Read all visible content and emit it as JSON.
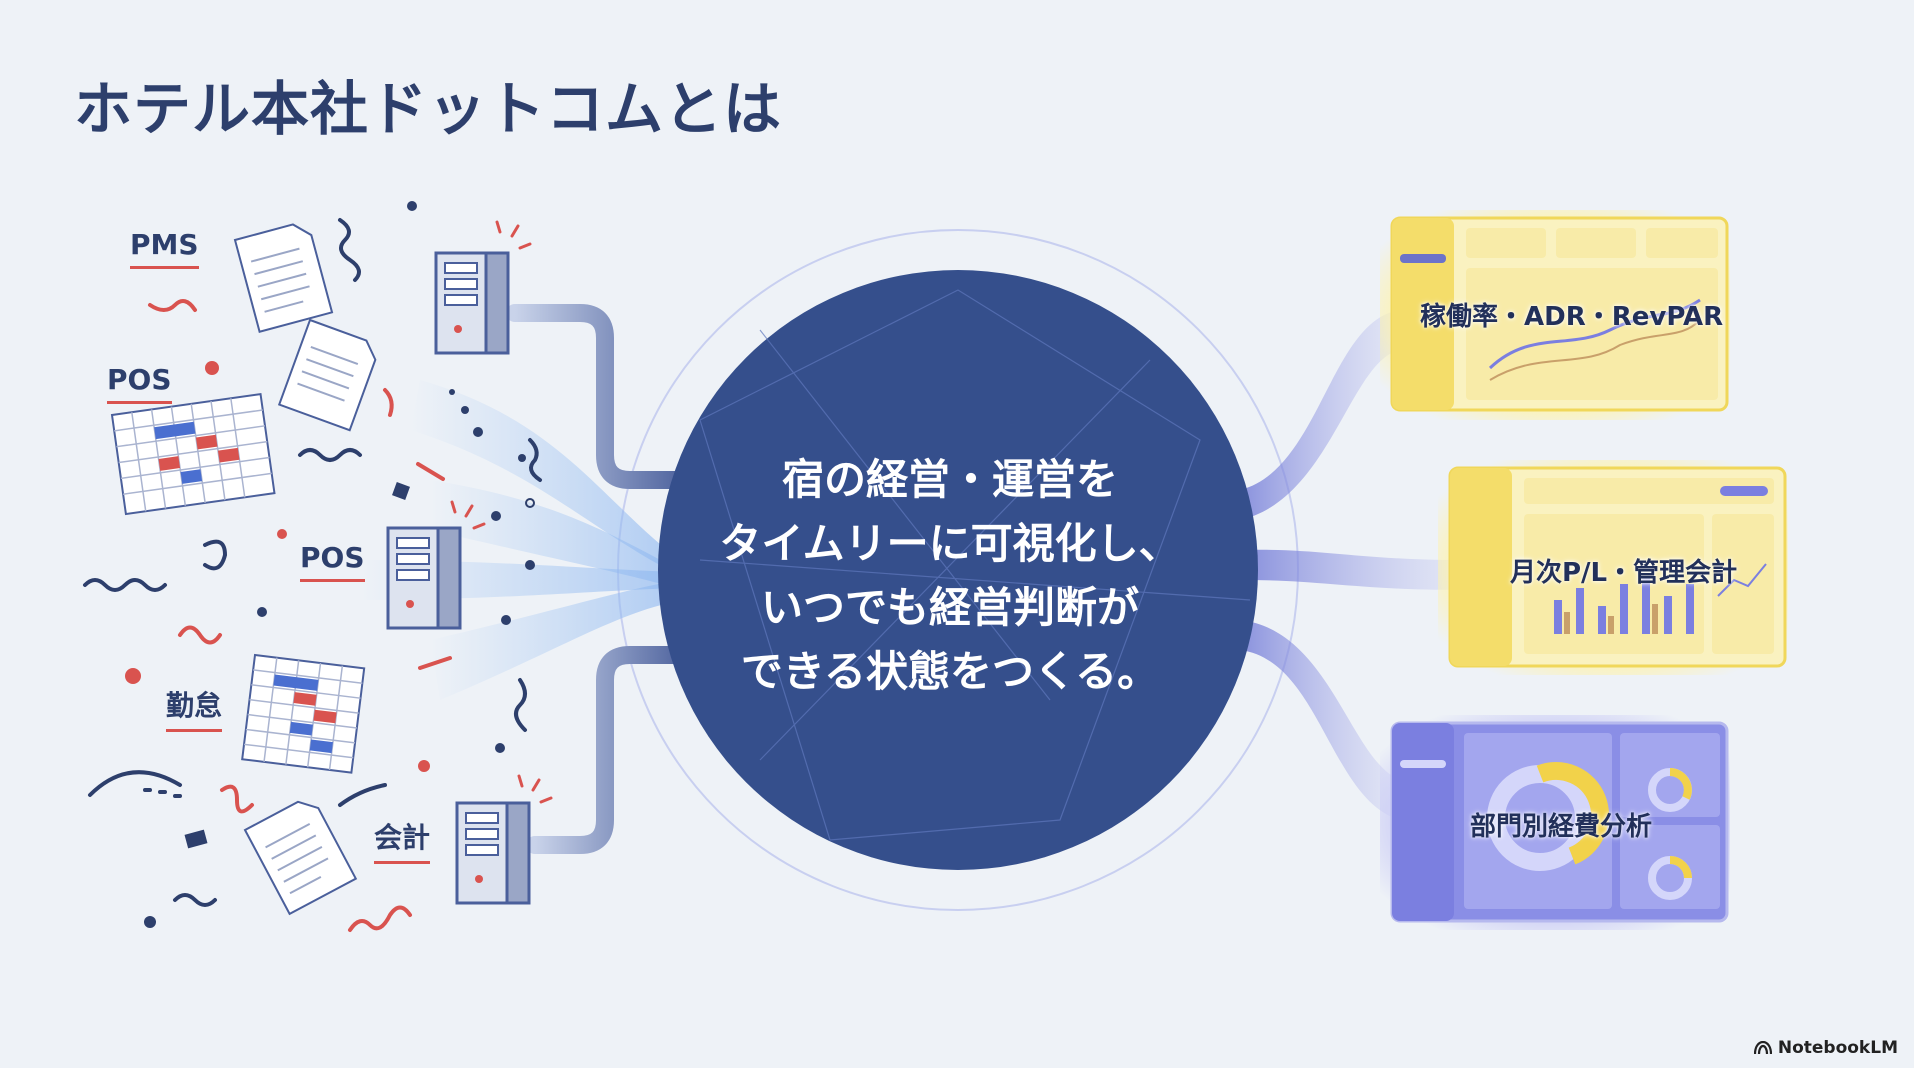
{
  "title": "ホテル本社ドットコムとは",
  "sources": [
    "PMS",
    "POS",
    "POS",
    "勤怠",
    "会計"
  ],
  "hub_text": [
    "宿の経営・運営を",
    "タイムリーに可視化し、",
    "いつでも経営判断が",
    "できる状態をつくる。"
  ],
  "outputs": [
    "稼働率・ADR・RevPAR",
    "月次P/L・管理会計",
    "部門別経費分析"
  ],
  "branding": "NotebookLM",
  "colors": {
    "navy": "#354f8c",
    "title": "#2d3f6c",
    "accent_red": "#d9534f",
    "card_yellow": "#f7e27a",
    "card_purple": "#7b7fe0"
  }
}
